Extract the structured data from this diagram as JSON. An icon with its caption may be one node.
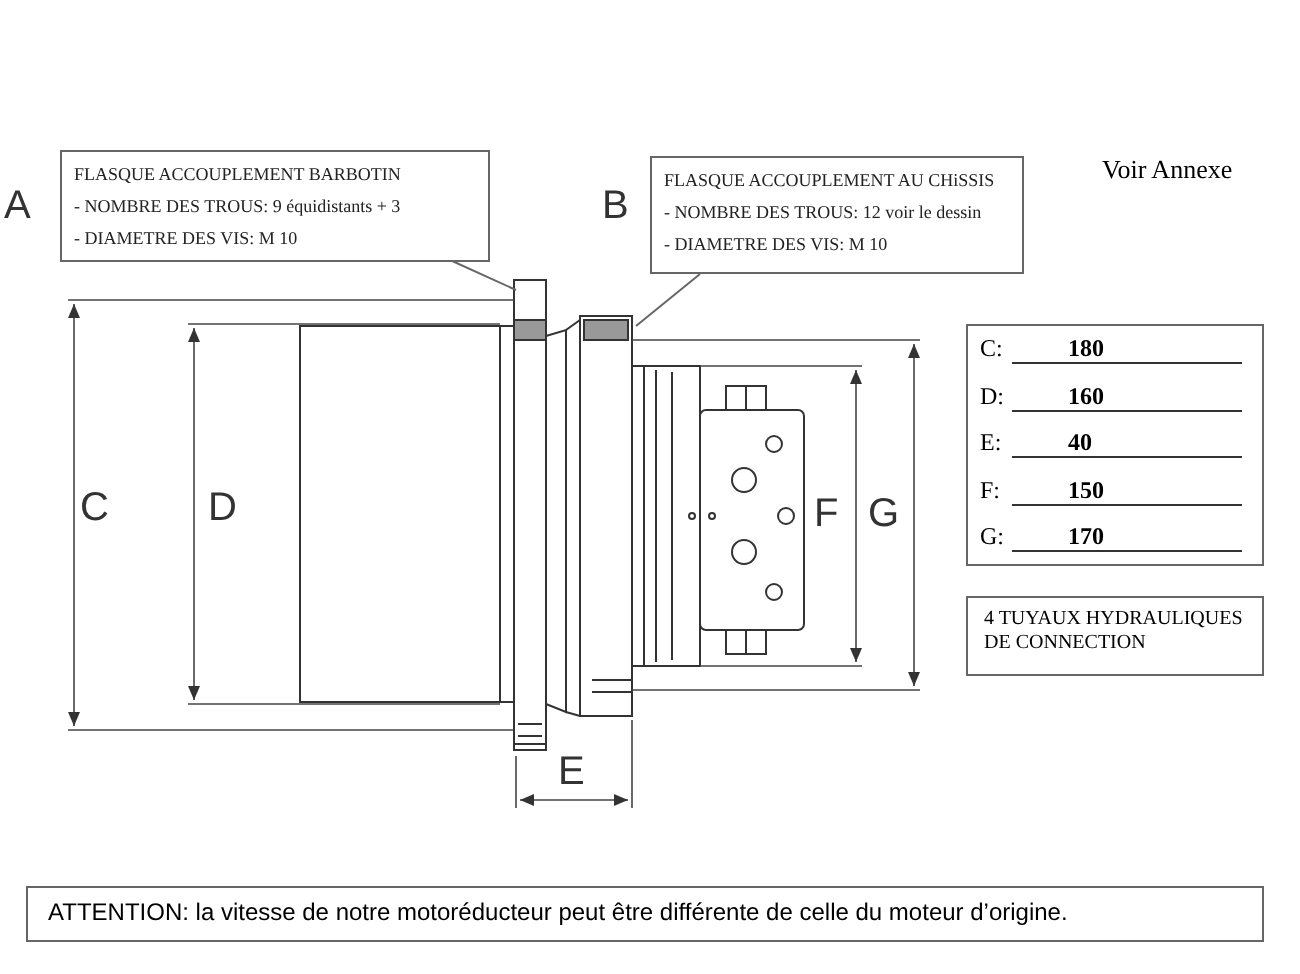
{
  "diagram": {
    "nodes": [
      {
        "text": [
          "FLASQUE ACCOUPLEMENT BARBOTIN",
          "- NOMBRE DES TROUS: 9 équidistants  +  3",
          "- DIAMETRE DES VIS: M 10"
        ]
      },
      {
        "text": [
          "FLASQUE ACCOUPLEMENT AU CHiSSIS",
          "- NOMBRE DES TROUS: 12  voir le dessin",
          "- DIAMETRE DES VIS: M 10"
        ]
      },
      {
        "text": [
          "C:",
          "180",
          "D:",
          "160",
          "E:",
          "40",
          "F:",
          "150",
          "G:",
          "170"
        ]
      },
      {
        "text": [
          "4 TUYAUX HYDRAULIQUES DE CONNECTION"
        ]
      },
      {
        "text": [
          "ATTENTION: la vitesse de notre motoréducteur peut être différente de celle du moteur d’origine."
        ]
      }
    ],
    "edges": [
      {
        "from": 0,
        "to": null,
        "arrow": "none"
      },
      {
        "from": 1,
        "to": null,
        "arrow": "none"
      }
    ],
    "labels": [
      "A",
      "B",
      "Voir Annexe",
      "C",
      "D",
      "F",
      "G",
      "E"
    ]
  }
}
